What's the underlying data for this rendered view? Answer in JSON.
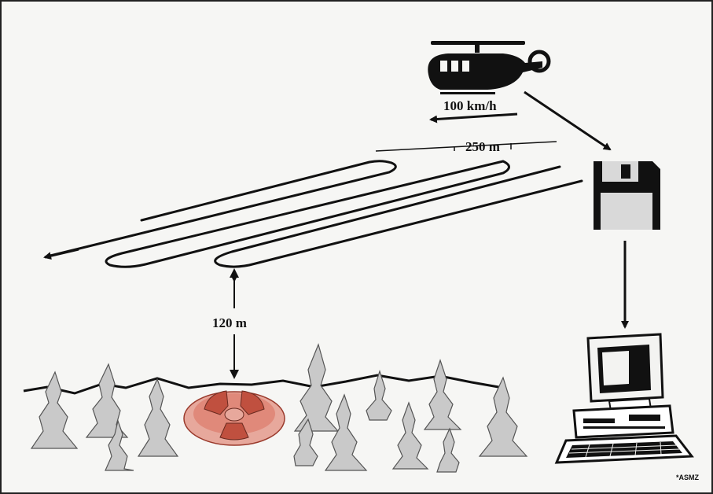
{
  "labels": {
    "speed": "100 km/h",
    "line_spacing": "250 m",
    "altitude": "120 m",
    "credit": "*ASMZ"
  },
  "colors": {
    "ink": "#111111",
    "tree_fill": "#c9c9c9",
    "target_fill": "#c0503f",
    "target_halo": "#e7a89c",
    "disk_label": "#d9d9d9"
  },
  "icons": [
    "helicopter-icon",
    "floppy-disk-icon",
    "computer-icon",
    "radiation-icon",
    "tree-icon"
  ]
}
